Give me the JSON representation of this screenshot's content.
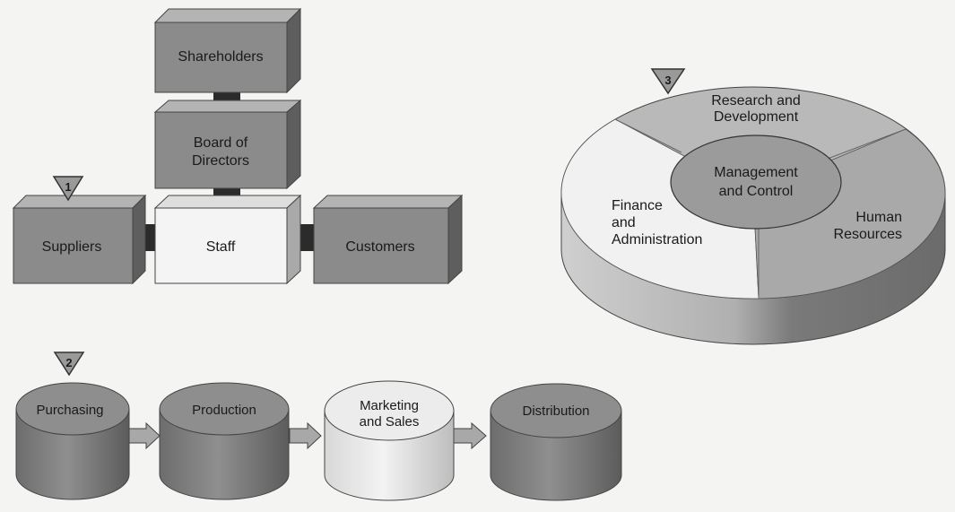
{
  "diagram_1": {
    "badge": "1",
    "shareholders": "Shareholders",
    "board_line1": "Board of",
    "board_line2": "Directors",
    "staff": "Staff",
    "suppliers": "Suppliers",
    "customers": "Customers"
  },
  "diagram_2": {
    "badge": "2",
    "purchasing": "Purchasing",
    "production": "Production",
    "marketing_line1": "Marketing",
    "marketing_line2": "and Sales",
    "distribution": "Distribution"
  },
  "diagram_3": {
    "badge": "3",
    "rd_line1": "Research and",
    "rd_line2": "Development",
    "mgmt_line1": "Management",
    "mgmt_line2": "and Control",
    "finance_line1": "Finance",
    "finance_line2": "and",
    "finance_line3": "Administration",
    "hr_line1": "Human",
    "hr_line2": "Resources"
  },
  "colors": {
    "dark_front": "#8b8b8b",
    "dark_top": "#b4b4b4",
    "dark_side": "#5e5e5e",
    "light_front": "#f4f4f4",
    "light_top": "#dedede",
    "light_side": "#a9a9a9",
    "connector": "#2b2b2b",
    "badge_fill": "#9a9a9a"
  }
}
